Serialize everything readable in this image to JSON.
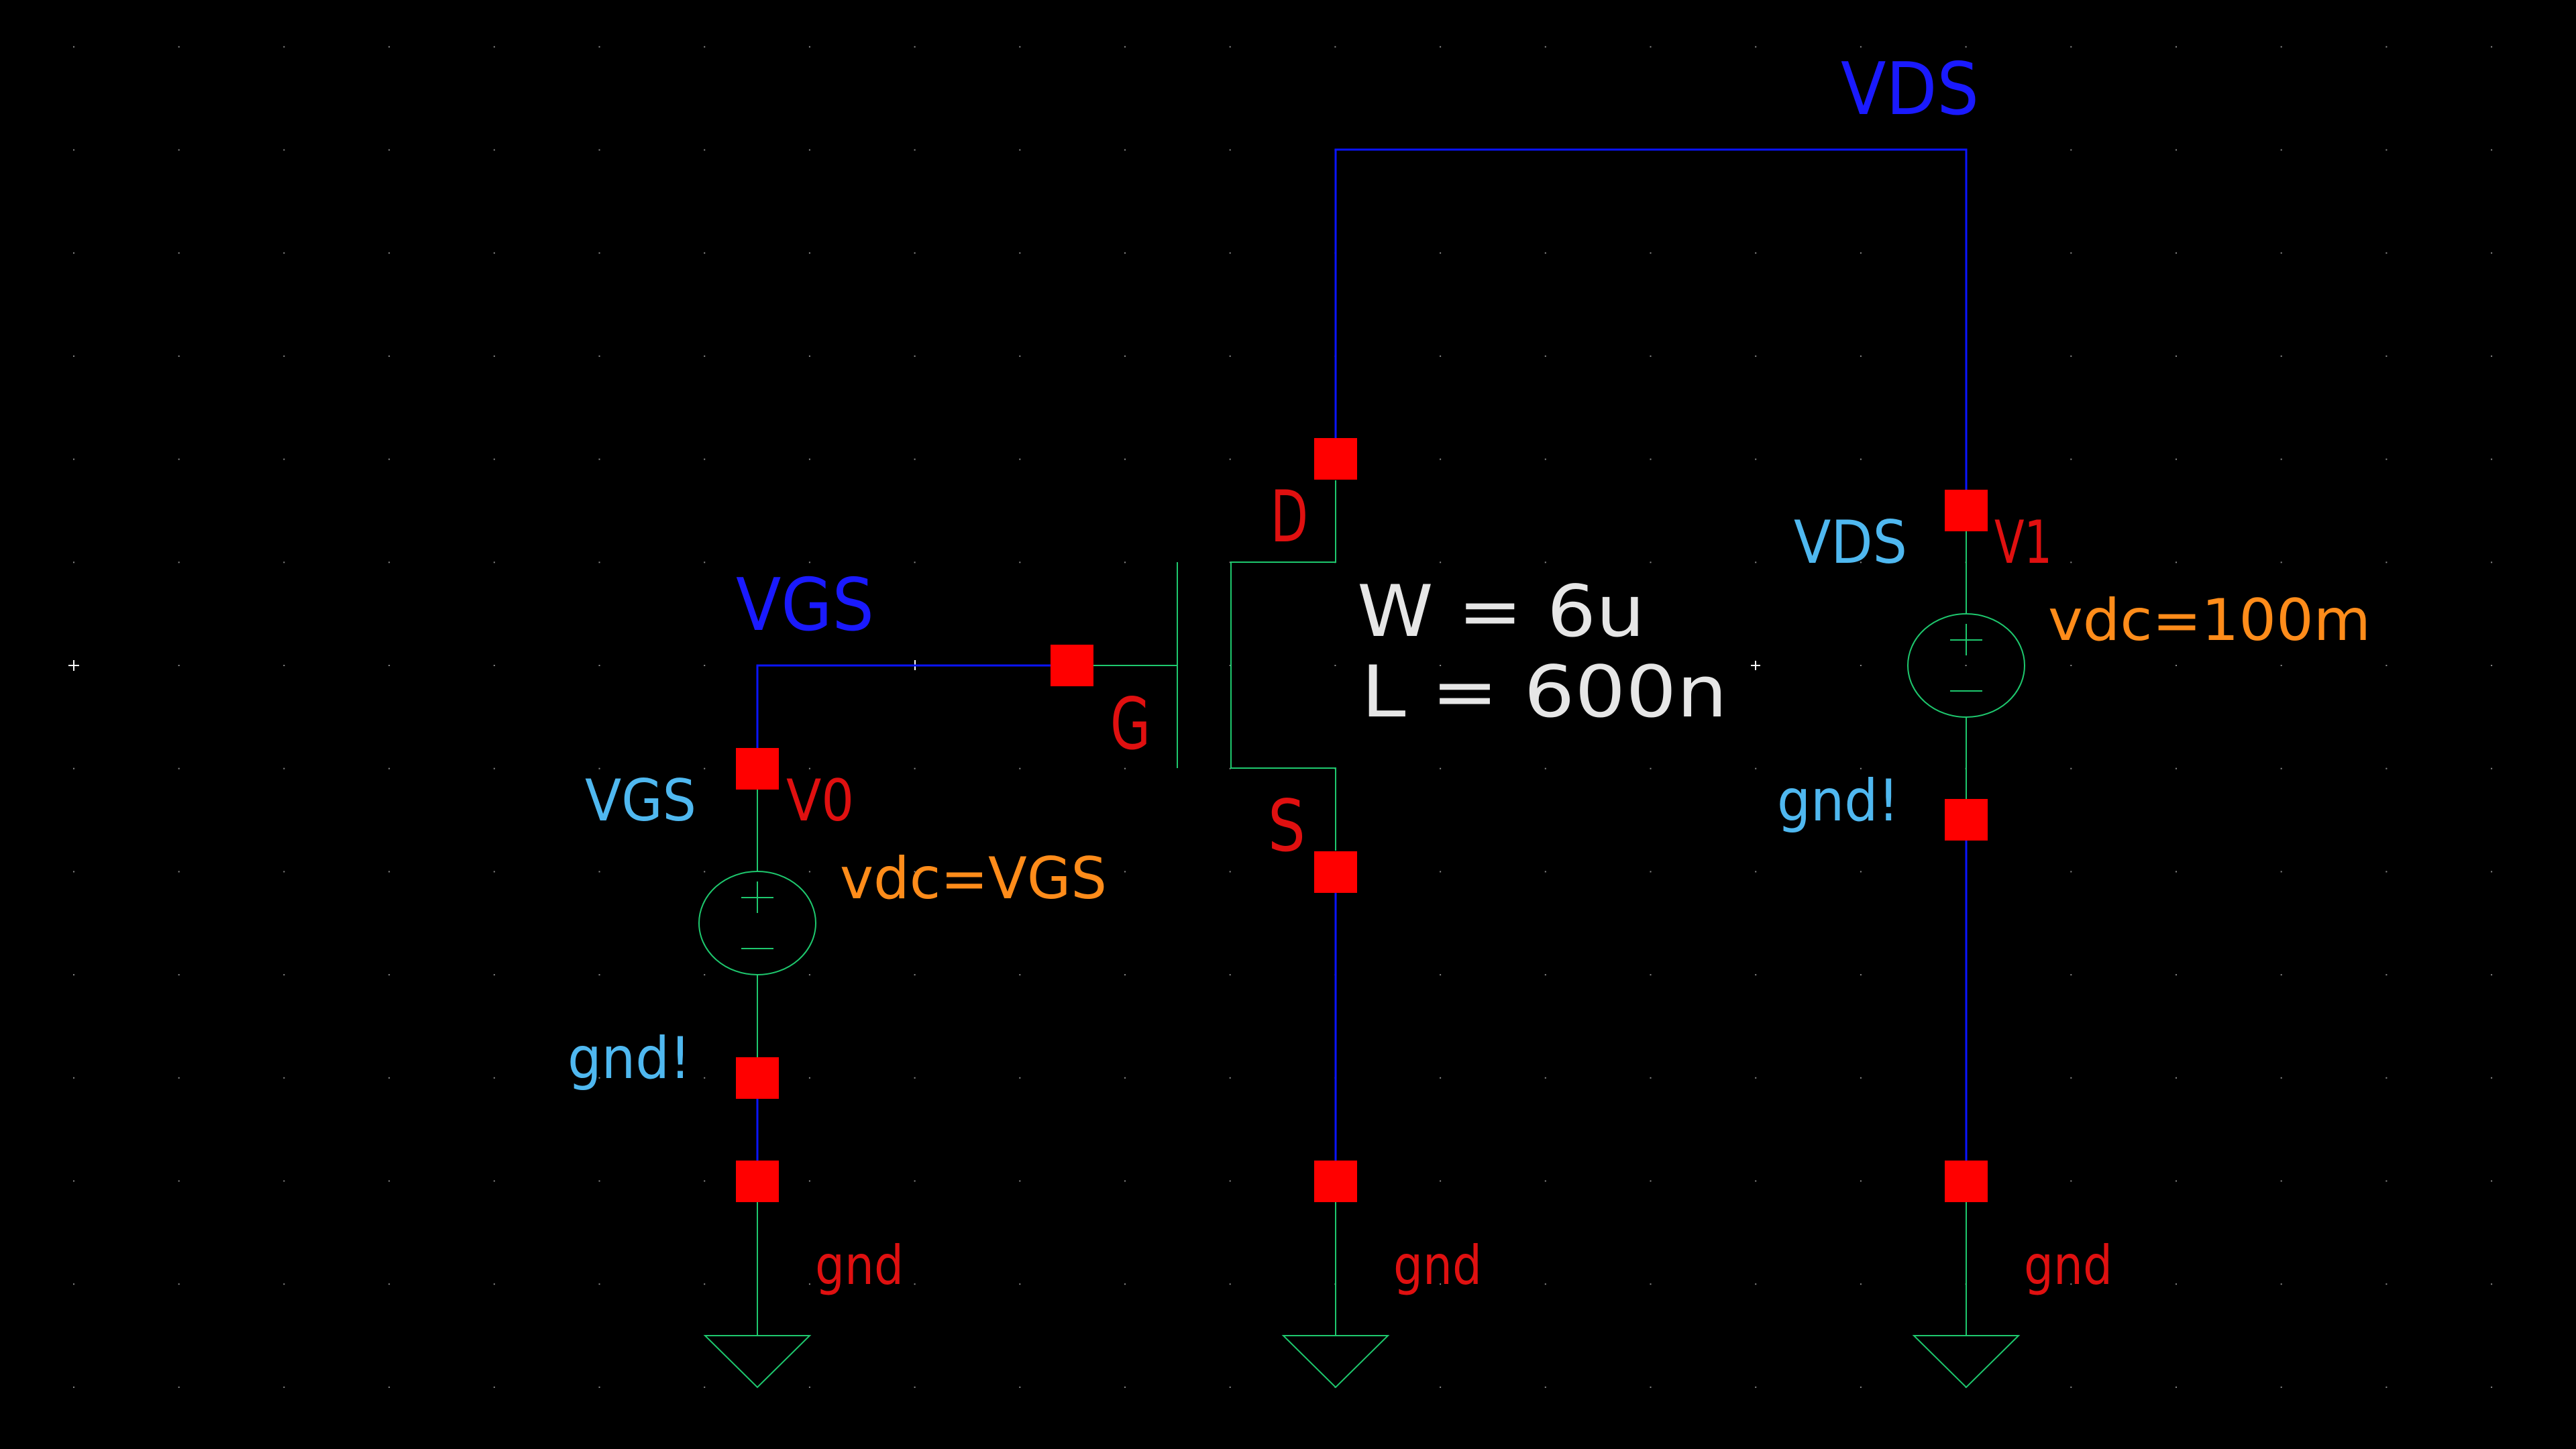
{
  "app": {
    "view": "schematic-editor-canvas",
    "background": "#000000"
  },
  "colors": {
    "wire": "#0a14ff",
    "symbol": "#1ec86e",
    "pin": "#ff0000",
    "net_label": "#1a1aff",
    "terminal_label": "#4fb8f0",
    "instance_name": "#e01010",
    "parameter": "#ff8c1a",
    "device_param": "#e6e6e6",
    "grid_dot": "#8a8a8a",
    "marker": "#ffffff"
  },
  "nets": {
    "vgs_net_label": "VGS",
    "vds_net_label": "VDS"
  },
  "mosfet": {
    "type": "nmos",
    "gate_label": "G",
    "drain_label": "D",
    "source_label": "S",
    "width_param": "W = 6u",
    "length_param": "L = 600n"
  },
  "sources": [
    {
      "id": "V0",
      "instance_name": "V0",
      "terminal_label": "VGS",
      "ground_terminal_label": "gnd!",
      "parameter": "vdc=VGS",
      "plus_sign": "+",
      "minus_sign": "−"
    },
    {
      "id": "V1",
      "instance_name": "V1",
      "terminal_label": "VDS",
      "ground_terminal_label": "gnd!",
      "parameter": "vdc=100m",
      "plus_sign": "+",
      "minus_sign": "−"
    }
  ],
  "grounds": [
    {
      "label": "gnd"
    },
    {
      "label": "gnd"
    },
    {
      "label": "gnd"
    }
  ]
}
